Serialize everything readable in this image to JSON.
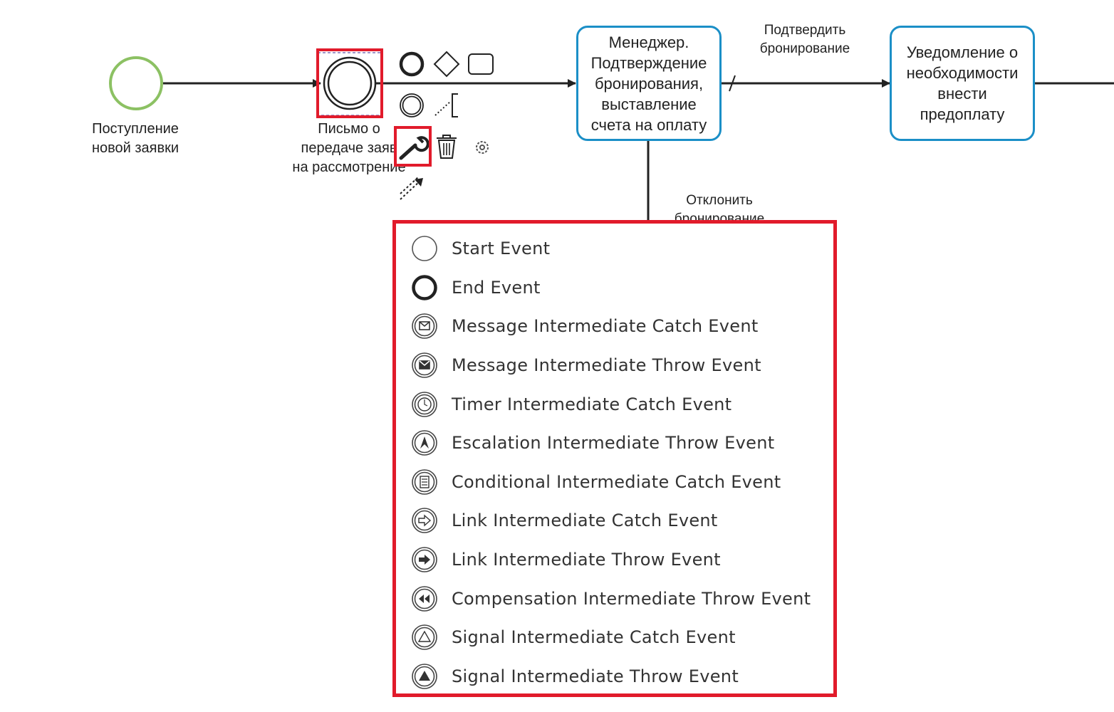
{
  "diagram": {
    "start_event_label": [
      "Поступление",
      "новой заявки"
    ],
    "intermediate_event_label": [
      "Письмо о",
      "передаче заяв",
      "на рассмотрение"
    ],
    "task1_label": "Менеджер. Подтверждение бронирования, выставление счета на оплату",
    "task2_label": "Уведомление о необходимости внести предоплату",
    "flow_confirm_label": [
      "Подтвердить",
      "бронирование"
    ],
    "flow_reject_label": [
      "Отклонить",
      "бронирование"
    ]
  },
  "context_pad": {
    "icons": [
      "end-event-icon",
      "gateway-icon",
      "task-icon",
      "intermediate-event-icon",
      "text-annotation-icon",
      "wrench-icon",
      "trash-icon",
      "color-icon",
      "connect-icon"
    ]
  },
  "replace_menu": {
    "items": [
      {
        "label": "Start Event",
        "icon": "start-event-icon"
      },
      {
        "label": "End Event",
        "icon": "end-event-icon"
      },
      {
        "label": "Message Intermediate Catch Event",
        "icon": "message-catch-icon"
      },
      {
        "label": "Message Intermediate Throw Event",
        "icon": "message-throw-icon"
      },
      {
        "label": "Timer Intermediate Catch Event",
        "icon": "timer-catch-icon"
      },
      {
        "label": "Escalation Intermediate Throw Event",
        "icon": "escalation-throw-icon"
      },
      {
        "label": "Conditional Intermediate Catch Event",
        "icon": "conditional-catch-icon"
      },
      {
        "label": "Link Intermediate Catch Event",
        "icon": "link-catch-icon"
      },
      {
        "label": "Link Intermediate Throw Event",
        "icon": "link-throw-icon"
      },
      {
        "label": "Compensation Intermediate Throw Event",
        "icon": "compensation-throw-icon"
      },
      {
        "label": "Signal Intermediate Catch Event",
        "icon": "signal-catch-icon"
      },
      {
        "label": "Signal Intermediate Throw Event",
        "icon": "signal-throw-icon"
      }
    ]
  },
  "colors": {
    "highlight": "#e11b2b",
    "task_border": "#1b8fc7",
    "start_event": "#8cc163",
    "stroke": "#222222"
  }
}
